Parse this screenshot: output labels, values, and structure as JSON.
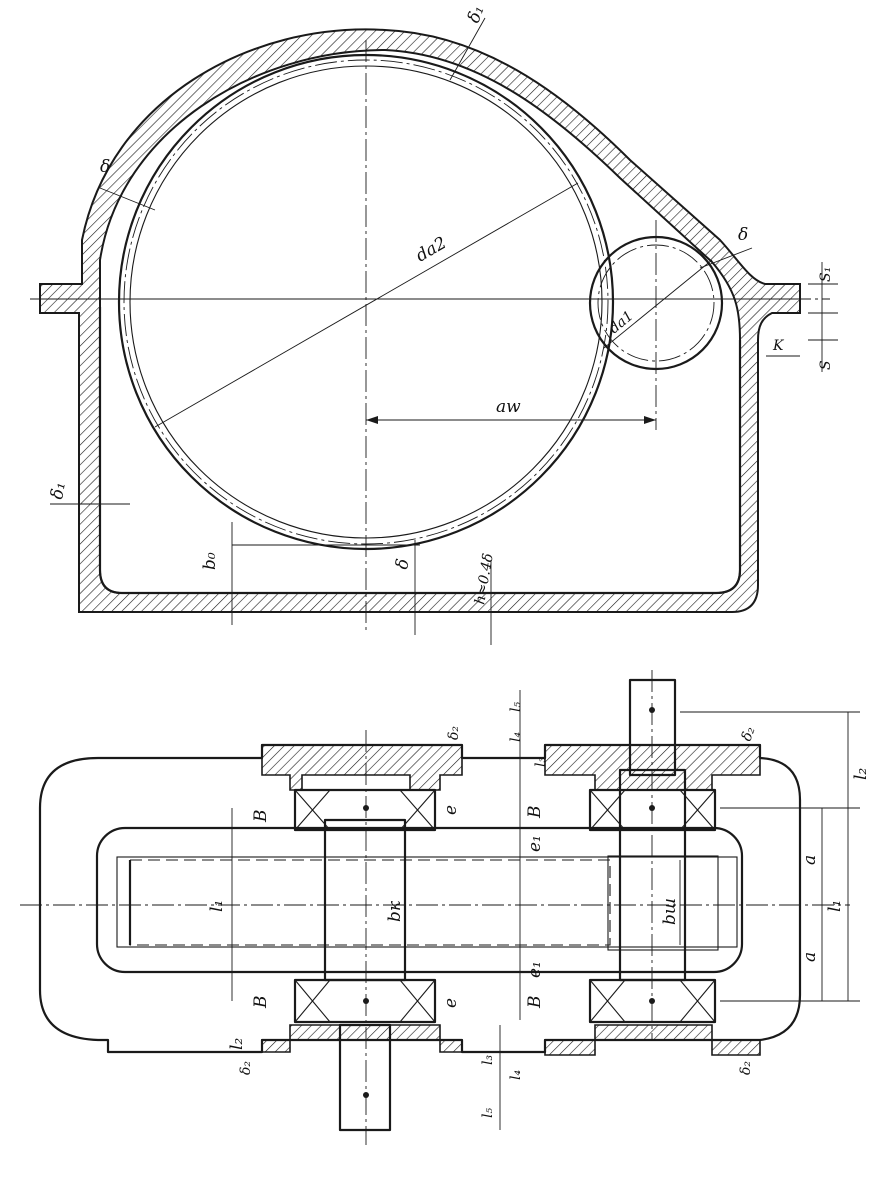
{
  "labels": {
    "delta_1_top": "δ₁",
    "delta_arc_left": "δ",
    "delta_arc_right": "δ",
    "d_a2": "dа2",
    "d_a1": "dа1",
    "a_w": "aw",
    "s1": "S₁",
    "s": "S",
    "k": "K",
    "delta_1_left": "δ₁",
    "b0": "b₀",
    "delta_bottom": "δ",
    "h": "h≈0.4δ",
    "delta2_top_left": "δ₂",
    "delta2_top_right": "δ₂",
    "delta2_bottom_left": "δ₂",
    "delta2_bottom_right": "δ₂",
    "B_top_left": "B",
    "B_bottom_left": "B",
    "B_top_right": "B",
    "B_bottom_right": "B",
    "e_top_left": "e",
    "e_bottom_left": "e",
    "e1_top": "e₁",
    "e1_bottom": "e₁",
    "l1_left": "l₁",
    "l1_right": "l₁",
    "l2_right": "l₂",
    "l2_left": "l₂",
    "l3_top": "l₃",
    "l3_bottom": "l₃",
    "l4_top": "l₄",
    "l4_bottom": "l₄",
    "l5_top": "l₅",
    "l5_bottom": "l₅",
    "bk": "bк",
    "bsh": "bш",
    "a_top": "a",
    "a_bottom": "a"
  }
}
